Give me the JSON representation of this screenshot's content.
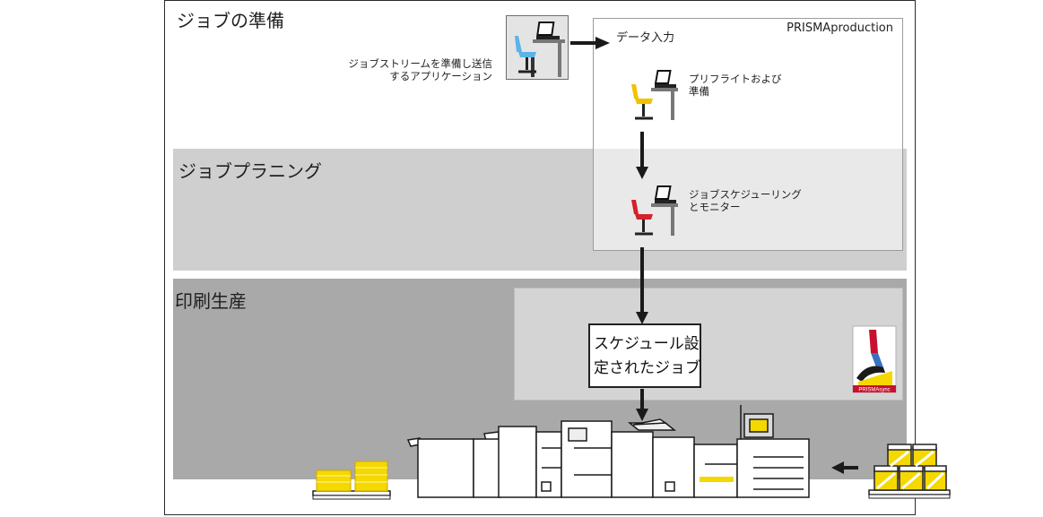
{
  "sections": {
    "preparation": "ジョブの準備",
    "planning": "ジョブプラニング",
    "production": "印刷生産"
  },
  "prisma_production": {
    "label": "PRISMAproduction",
    "data_input": "データ入力",
    "preflight": [
      "プリフライトおよび",
      "準備"
    ],
    "scheduling": [
      "ジョブスケジューリング",
      "とモニター"
    ]
  },
  "application": {
    "label": [
      "ジョブストリームを準備し送信",
      "するアプリケーション"
    ]
  },
  "scheduled_jobs": [
    "スケジュール設",
    "定されたジョブ"
  ],
  "prisma_sync": {
    "label": "PRISMAsync"
  },
  "colors": {
    "preflight_chair": "#f2c200",
    "scheduling_chair": "#d6202a",
    "application_chair": "#5ab4e6",
    "paper_yellow": "#f5d800",
    "planning_band": "#cfcfcf",
    "production_band": "#a9a9a9"
  },
  "icons": [
    "workstation-icon",
    "arrow-icon",
    "printer-icon",
    "paper-stack-icon",
    "pallet-icon",
    "prismasync-logo-icon"
  ]
}
